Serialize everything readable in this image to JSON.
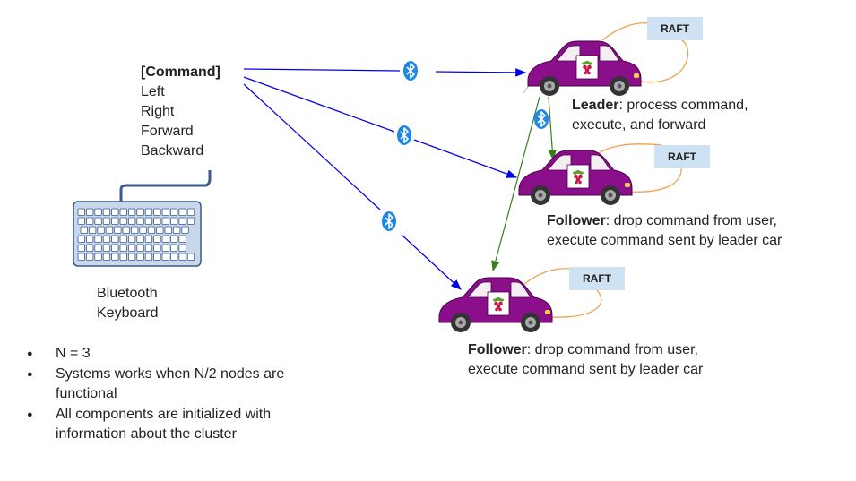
{
  "command": {
    "title": "[Command]",
    "items": [
      "Left",
      "Right",
      "Forward",
      "Backward"
    ]
  },
  "keyboard": {
    "label_line1": "Bluetooth",
    "label_line2": "Keyboard"
  },
  "cars": [
    {
      "role": "Leader",
      "line1_rest": ": process command,",
      "line2": "execute, and forward",
      "raft": "RAFT"
    },
    {
      "role": "Follower",
      "line1_rest": ": drop command from user,",
      "line2": "execute command sent by leader car",
      "raft": "RAFT"
    },
    {
      "role": "Follower",
      "line1_rest": ": drop command from user,",
      "line2": "execute command sent by leader car",
      "raft": "RAFT"
    }
  ],
  "notes": [
    "N = 3",
    "Systems works when N/2 nodes are functional",
    "All components are initialized with information about the cluster"
  ],
  "colors": {
    "user_link": "#0000ee",
    "leader_link": "#3a7d1e",
    "raft_loop": "#f0a050",
    "car_body": "#8b0f8b",
    "bluetooth": "#1e88e5",
    "keyboard_fill": "#c9d7ea",
    "keyboard_stroke": "#3a5a8a"
  },
  "icons": {
    "bluetooth": "bluetooth-icon",
    "car": "car-icon",
    "raspberry": "raspberry-pi-icon",
    "keyboard": "keyboard-icon"
  }
}
